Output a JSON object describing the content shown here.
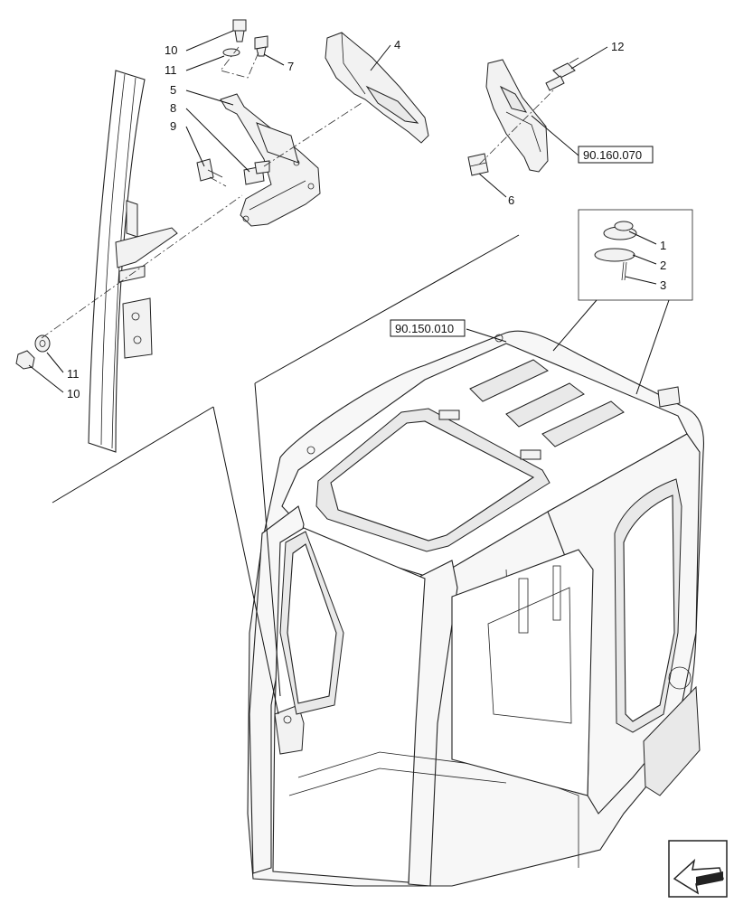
{
  "callouts": {
    "c1": "1",
    "c2": "2",
    "c3": "3",
    "c4": "4",
    "c5": "5",
    "c6": "6",
    "c7": "7",
    "c8": "8",
    "c9": "9",
    "c10a": "10",
    "c10b": "10",
    "c11a": "11",
    "c11b": "11",
    "c12": "12"
  },
  "references": {
    "ref_cab": "90.150.010",
    "ref_panel": "90.160.070"
  }
}
